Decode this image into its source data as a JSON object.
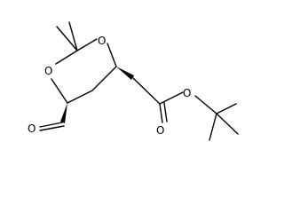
{
  "molecule": {
    "atoms": {
      "ring_oxygen_top": "O",
      "ring_oxygen_left": "O",
      "aldehyde_oxygen": "O",
      "carbonyl_oxygen": "O",
      "ester_oxygen": "O"
    }
  }
}
